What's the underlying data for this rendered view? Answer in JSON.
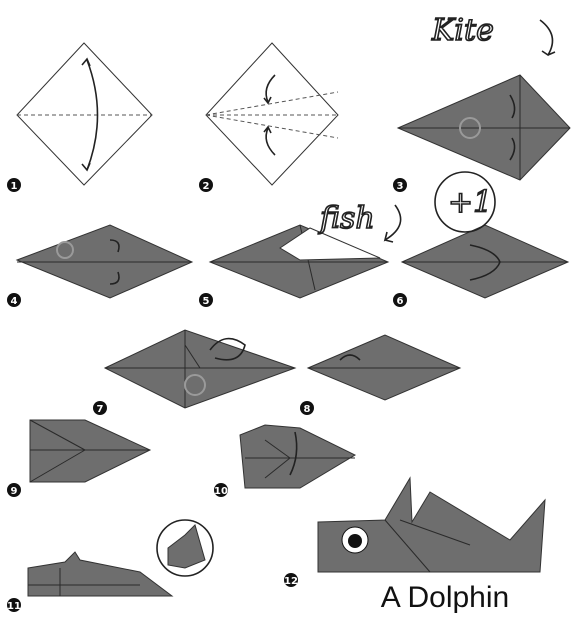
{
  "steps": [
    {
      "label": "1"
    },
    {
      "label": "2"
    },
    {
      "label": "3"
    },
    {
      "label": "4"
    },
    {
      "label": "5"
    },
    {
      "label": "6"
    },
    {
      "label": "7"
    },
    {
      "label": "8"
    },
    {
      "label": "9"
    },
    {
      "label": "10"
    },
    {
      "label": "11"
    },
    {
      "label": "12"
    }
  ],
  "annotations": {
    "kite": "Kite",
    "fish": "fish",
    "plus_one": "+1"
  },
  "caption": "A Dolphin",
  "colors": {
    "paper_gray": "#6e6e6e",
    "paper_white": "#ffffff",
    "ink": "#222222"
  }
}
